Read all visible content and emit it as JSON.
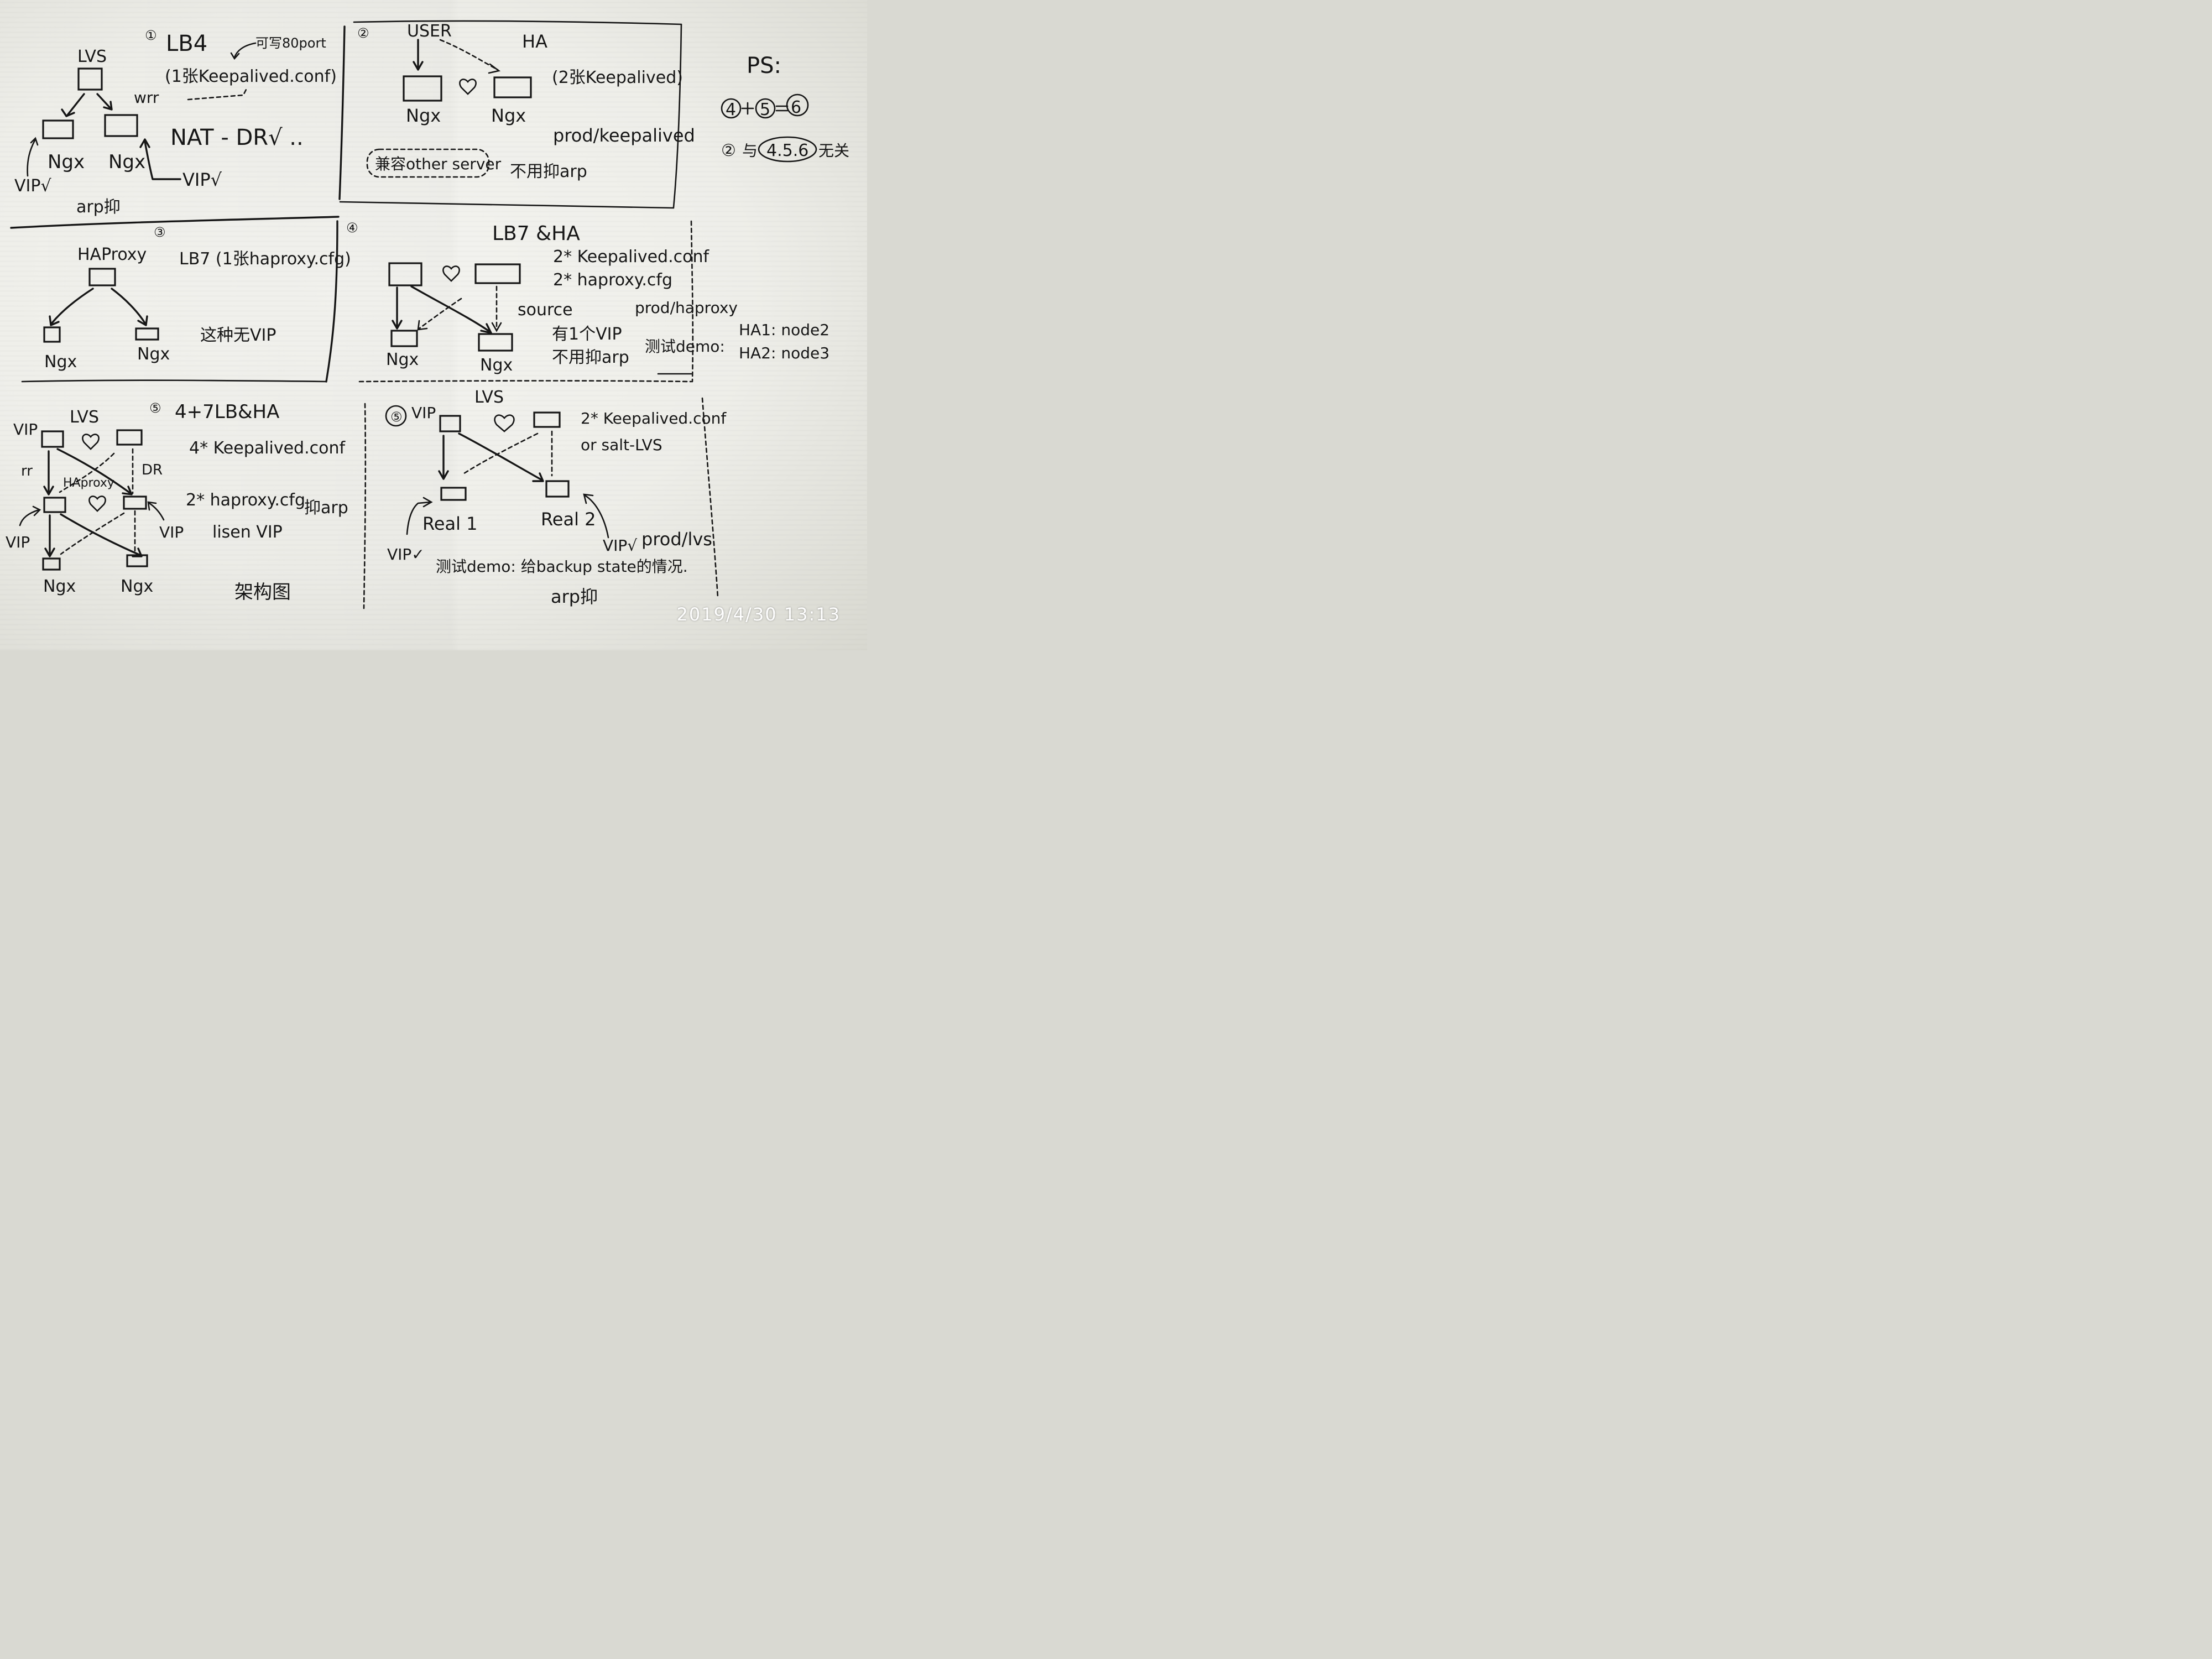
{
  "photo_timestamp": "2019/4/30  13:13",
  "ink_color": "#161616",
  "paper_color": "#f1f1ec",
  "panel_1": {
    "number": "①",
    "title": "LB4",
    "lvs": "LVS",
    "note_port": "可写80port",
    "config": "(1张Keepalived.conf)",
    "wrr": "wrr",
    "modes": "NAT - DR√ ..",
    "node_left": "Ngx",
    "node_right": "Ngx",
    "vip_left": "VIP√",
    "vip_right": "VIP√",
    "arp": "arp抑"
  },
  "panel_2": {
    "number": "②",
    "user": "USER",
    "title": "HA",
    "config": "(2张Keepalived)",
    "node_left": "Ngx",
    "node_right": "Ngx",
    "compat": "兼容other server",
    "path": "prod/keepalived",
    "arp": "不用抑arp"
  },
  "ps": {
    "label": "PS:",
    "line1_a": "4",
    "line1_b": "5",
    "line1_c": "6",
    "line2_a": "②",
    "line2_mid": "与",
    "line2_b": "4.5.6",
    "line2_end": "无关"
  },
  "panel_3": {
    "number": "③",
    "haproxy": "HAProxy",
    "config": "LB7 (1张haproxy.cfg)",
    "node_left": "Ngx",
    "node_right": "Ngx",
    "novip": "这种无VIP"
  },
  "panel_4": {
    "number": "④",
    "title": "LB7 &HA",
    "config1": "2* Keepalived.conf",
    "config2": "2* haproxy.cfg",
    "source": "source",
    "path": "prod/haproxy",
    "vip": "有1个VIP",
    "arp": "不用抑arp",
    "demo": "测试demo:",
    "ha1": "HA1: node2",
    "ha2": "HA2: node3",
    "node_left": "Ngx",
    "node_right": "Ngx"
  },
  "panel_5": {
    "number": "⑤",
    "title": "4+7LB&HA",
    "lvs": "LVS",
    "vip_top": "VIP",
    "rr": "rr",
    "dr": "DR",
    "haproxy": "HAproxy",
    "config1": "4* Keepalived.conf",
    "config2": "2* haproxy.cfg",
    "arp": "抑arp",
    "listen": "lisen VIP",
    "vip_left": "VIP",
    "vip_right": "VIP",
    "node_left": "Ngx",
    "node_right": "Ngx",
    "caption": "架构图"
  },
  "panel_6": {
    "lvs": "LVS",
    "number": "⑤",
    "vip": "VIP",
    "config1": "2* Keepalived.conf",
    "config2": "or salt-LVS",
    "real1": "Real 1",
    "real2": "Real 2",
    "vip_left": "VIP✓",
    "vip_right": "VIP√",
    "path": "prod/lvs",
    "demo": "测试demo: 给backup state的情况.",
    "arp": "arp抑"
  }
}
